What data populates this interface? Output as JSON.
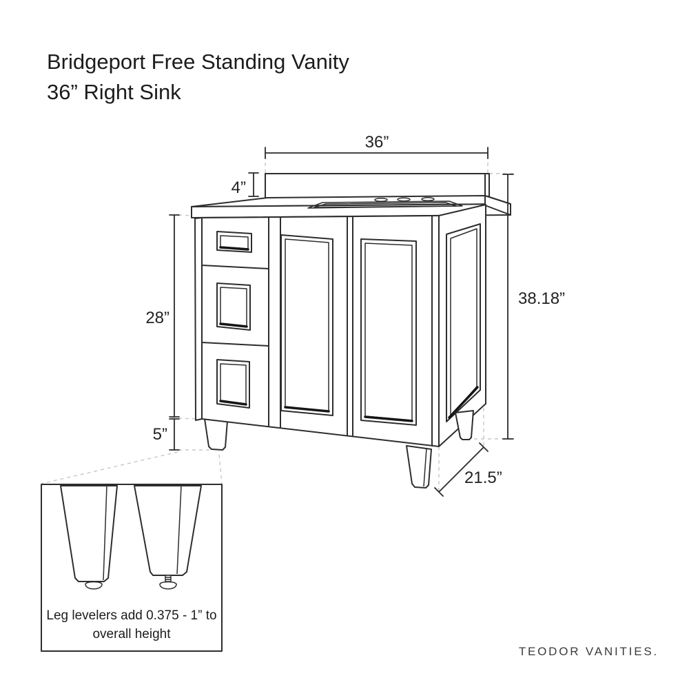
{
  "title": {
    "line1": "Bridgeport Free Standing Vanity",
    "line2": "36” Right Sink"
  },
  "dimensions": {
    "width": "36”",
    "backsplash_height": "4”",
    "cabinet_height": "28”",
    "leg_height": "5”",
    "overall_height": "38.18”",
    "depth": "21.5”"
  },
  "inset": {
    "note_line1": "Leg levelers add 0.375 - 1” to",
    "note_line2": "overall height"
  },
  "brand": {
    "logo": "TEODOR VANITIES."
  },
  "colors": {
    "line": "#2d2d2d",
    "dashed_line": "#c6c6c6",
    "text": "#1c1c1c",
    "background": "#ffffff"
  }
}
